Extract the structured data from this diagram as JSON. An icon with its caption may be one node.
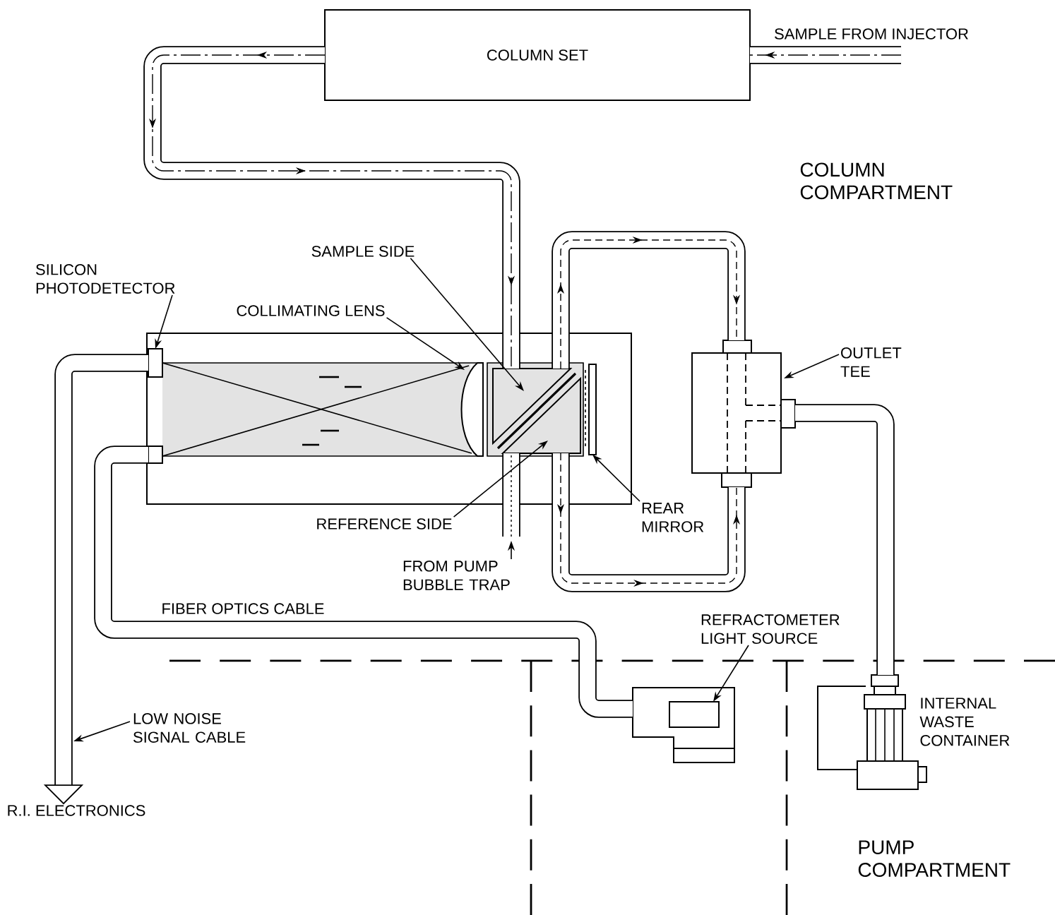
{
  "diagram": {
    "nodes": [
      {
        "text": [
          "COLUMN SET"
        ]
      },
      {
        "text": [
          "SAMPLE SIDE"
        ]
      },
      {
        "text": [
          "SILICON PHOTODETECTOR"
        ]
      },
      {
        "text": [
          "COLLIMATING LENS"
        ]
      },
      {
        "text": [
          "OUTLET TEE"
        ]
      },
      {
        "text": [],
        "shape": "box"
      },
      {
        "text": [],
        "shape": "box",
        "in": 5
      },
      {
        "text": [],
        "shape": "box",
        "in": 5
      },
      {
        "text": [],
        "shape": "lens",
        "in": 5
      },
      {
        "text": [],
        "shape": "triangle",
        "in": 5
      },
      {
        "text": [],
        "shape": "triangle",
        "in": 5
      },
      {
        "text": [],
        "shape": "bar",
        "in": 5
      },
      {
        "text": [
          "REAR MIRROR"
        ]
      },
      {
        "text": [
          "REFERENCE SIDE"
        ]
      },
      {
        "text": [
          "FROM PUMP BUBBLE TRAP"
        ]
      },
      {
        "text": [
          "REFRACTOMETER LIGHT SOURCE"
        ]
      },
      {
        "text": [],
        "shape": "box"
      },
      {
        "text": [],
        "shape": "box",
        "in": 16
      },
      {
        "text": [],
        "shape": "box"
      },
      {
        "text": [],
        "shape": "picture",
        "beside": [
          "INTERNAL WASTE CONTAINER"
        ]
      },
      {
        "text": [
          "LOW NOISE SIGNAL CABLE"
        ]
      },
      {
        "text": [
          "R.I. ELECTRONICS"
        ]
      }
    ],
    "edges": [
      {
        "from": null,
        "to": 0,
        "arrow": "to",
        "style": "thick",
        "label": "SAMPLE FROM INJECTOR"
      },
      {
        "from": 0,
        "to": 9,
        "arrow": "to",
        "style": "thick"
      },
      {
        "from": 9,
        "to": 18,
        "arrow": "to",
        "style": "thick"
      },
      {
        "from": 10,
        "to": 18,
        "arrow": "to",
        "style": "thick"
      },
      {
        "from": 14,
        "to": 10,
        "arrow": "none",
        "style": "thick"
      },
      {
        "from": 18,
        "to": 19,
        "arrow": "none",
        "style": "thick"
      },
      {
        "from": 7,
        "to": 16,
        "arrow": "none",
        "style": "thick",
        "label": "FIBER OPTICS CABLE"
      },
      {
        "from": 6,
        "to": 21,
        "arrow": "to",
        "style": "thick"
      },
      {
        "from": 2,
        "to": 6,
        "arrow": "to"
      },
      {
        "from": 3,
        "to": 8,
        "arrow": "to"
      },
      {
        "from": 1,
        "to": 9,
        "arrow": "to"
      },
      {
        "from": 13,
        "to": 10,
        "arrow": "to"
      },
      {
        "from": 12,
        "to": 11,
        "arrow": "to"
      },
      {
        "from": 14,
        "to": null,
        "arrow": "to"
      },
      {
        "from": 4,
        "to": 18,
        "arrow": "to"
      },
      {
        "from": 15,
        "to": 17,
        "arrow": "to"
      },
      {
        "from": 20,
        "to": null,
        "arrow": "to"
      }
    ],
    "labels": [
      "COLUMN COMPARTMENT",
      "PUMP COMPARTMENT"
    ]
  }
}
